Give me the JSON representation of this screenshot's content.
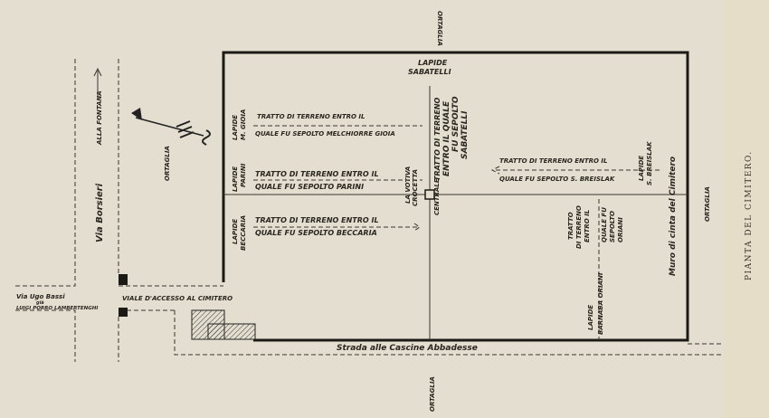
{
  "title": "PIANTA DEL CIMITERO.",
  "surroundings": {
    "ortaglia": "ORTAGLIA",
    "via_borsieri": "Via Borsieri",
    "alla_fontana": "ALLA FONTANA",
    "via_ugo_bassi": "Via Ugo Bassi",
    "gia": "già",
    "luigi": "LUIGI PORRO LAMBERTENGHI",
    "viale": "VIALE D'ACCESSO AL CIMITERO",
    "strada": "Strada alle Cascine Abbadesse",
    "muro": "Muro di cinta del Cimitero"
  },
  "lapidi": {
    "sabatelli": {
      "line1": "LAPIDE",
      "line2": "SABATELLI",
      "t1": "TRATTO DI TERRENO",
      "t2": "ENTRO IL QUALE",
      "t3": "FU SEPOLTO",
      "t4": "SABATELLI"
    },
    "gioia": {
      "line1": "LAPIDE",
      "line2": "M. GIOIA",
      "t1": "TRATTO DI TERRENO ENTRO IL",
      "t2": "QUALE FU SEPOLTO MELCHIORRE GIOIA"
    },
    "parini": {
      "line1": "LAPIDE",
      "line2": "PARINI",
      "t1": "TRATTO DI TERRENO ENTRO IL",
      "t2": "QUALE FU SEPOLTO  PARINI"
    },
    "beccaria": {
      "line1": "LAPIDE",
      "line2": "BECCARIA",
      "t1": "TRATTO DI TERRENO ENTRO IL",
      "t2": "QUALE FU SEPOLTO  BECCARIA"
    },
    "breislak": {
      "line1": "LAPIDE",
      "line2": "S. BREISLAK",
      "t1": "TRATTO DI TERRENO ENTRO IL",
      "t2": "QUALE FU SEPOLTO S. BREISLAK"
    },
    "oriani": {
      "line1": "LAPIDE",
      "line2": "BARNABA ORIANI",
      "t1": "TRATTO",
      "t2": "DI TERRENO",
      "t3": "ENTRO IL",
      "t4": "QUALE FU",
      "t5": "SEPOLTO",
      "t6": "ORIANI"
    }
  },
  "croce": {
    "line1": "LA VOTIVA",
    "line2": "CROCETTA",
    "centrale": "CENTRALE"
  }
}
